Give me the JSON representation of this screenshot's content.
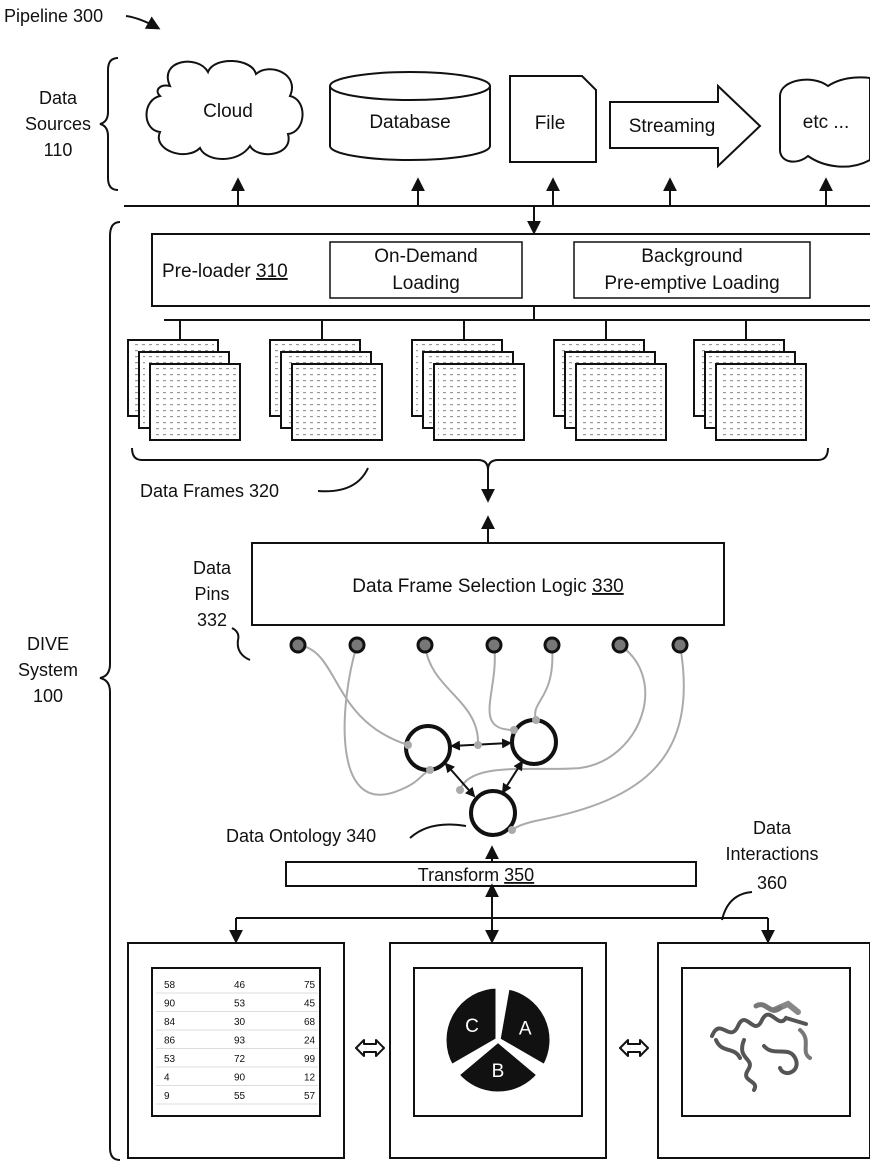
{
  "pipeline": {
    "label": "Pipeline 300"
  },
  "sources": {
    "group_label": [
      "Data",
      "Sources",
      "110"
    ],
    "cloud": "Cloud",
    "database": "Database",
    "file": "File",
    "streaming": "Streaming",
    "etc": "etc ..."
  },
  "system": {
    "label": [
      "DIVE",
      "System",
      "100"
    ]
  },
  "preloader": {
    "label": "Pre-loader",
    "ref": "310",
    "on_demand": [
      "On-Demand",
      "Loading"
    ],
    "background": [
      "Background",
      "Pre-emptive Loading"
    ]
  },
  "frames": {
    "label": "Data Frames 320"
  },
  "selection": {
    "label": "Data Frame Selection Logic",
    "ref": "330"
  },
  "pins": {
    "label": [
      "Data",
      "Pins",
      "332"
    ]
  },
  "ontology": {
    "label": "Data Ontology 340"
  },
  "transform": {
    "label": "Transform",
    "ref": "350"
  },
  "interactions": {
    "label": [
      "Data",
      "Interactions",
      "360"
    ]
  },
  "table": {
    "rows": [
      [
        "58",
        "46",
        "75"
      ],
      [
        "90",
        "53",
        "45"
      ],
      [
        "84",
        "30",
        "68"
      ],
      [
        "86",
        "93",
        "24"
      ],
      [
        "53",
        "72",
        "99"
      ],
      [
        "4",
        "90",
        "12"
      ],
      [
        "9",
        "55",
        "57"
      ]
    ]
  },
  "pie": {
    "labels": [
      "A",
      "B",
      "C"
    ]
  },
  "colors": {
    "ink": "#111111",
    "wire": "#aaaaaa",
    "pie": "#111111"
  },
  "icons": {
    "swap": "double-headed-arrow-icon",
    "molecule": "protein-structure-icon"
  }
}
